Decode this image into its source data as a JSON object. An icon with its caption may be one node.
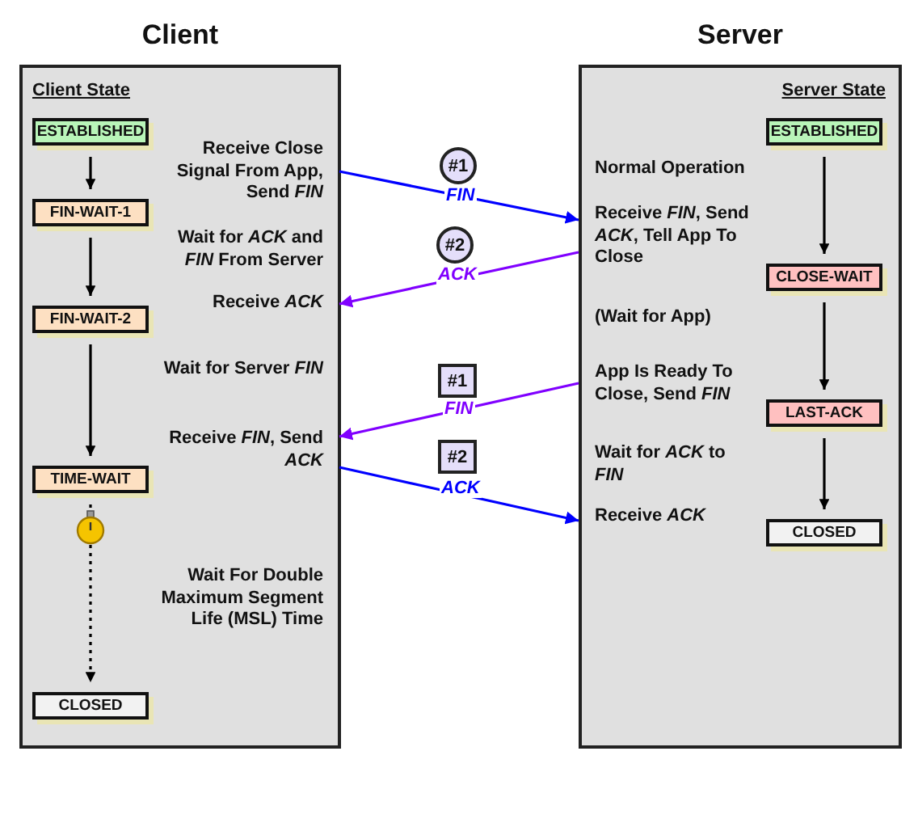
{
  "diagram": {
    "nodes": [
      {
        "text": [
          "Client",
          "Client State"
        ]
      },
      {
        "text": [
          "ESTABLISHED"
        ],
        "in": 0
      },
      {
        "text": [
          "FIN-WAIT-1"
        ],
        "in": 0
      },
      {
        "text": [
          "FIN-WAIT-2"
        ],
        "in": 0
      },
      {
        "text": [
          "TIME-WAIT"
        ],
        "in": 0
      },
      {
        "text": [
          "CLOSED"
        ],
        "in": 0
      },
      {
        "text": [
          "Receive Close Signal From App, Send *FIN*"
        ],
        "in": 0
      },
      {
        "text": [
          "Wait for *ACK* and *FIN* From Server"
        ],
        "in": 0
      },
      {
        "text": [
          "Receive *ACK*"
        ],
        "in": 0
      },
      {
        "text": [
          "Wait for Server *FIN*"
        ],
        "in": 0
      },
      {
        "text": [
          "Receive *FIN*, Send *ACK*"
        ],
        "in": 0
      },
      {
        "text": [
          "Wait For Double Maximum Segment Life (MSL) Time"
        ],
        "in": 0
      },
      {
        "text": [
          "Server",
          "Server State"
        ]
      },
      {
        "text": [
          "ESTABLISHED"
        ],
        "in": 12
      },
      {
        "text": [
          "CLOSE-WAIT"
        ],
        "in": 12
      },
      {
        "text": [
          "LAST-ACK"
        ],
        "in": 12
      },
      {
        "text": [
          "CLOSED"
        ],
        "in": 12
      },
      {
        "text": [
          "Normal Operation"
        ],
        "in": 12
      },
      {
        "text": [
          "Receive *FIN*, Send *ACK*, Tell App To Close"
        ],
        "in": 12
      },
      {
        "text": [
          "(Wait for App)"
        ],
        "in": 12
      },
      {
        "text": [
          "App Is Ready To Close, Send *FIN*"
        ],
        "in": 12
      },
      {
        "text": [
          "Wait for *ACK* to *FIN*"
        ],
        "in": 12
      },
      {
        "text": [
          "Receive *ACK*"
        ],
        "in": 12
      }
    ],
    "edges": [
      {
        "from": 1,
        "to": 2,
        "arrow": "to"
      },
      {
        "from": 2,
        "to": 3,
        "arrow": "to"
      },
      {
        "from": 3,
        "to": 4,
        "arrow": "to"
      },
      {
        "from": 4,
        "to": 5,
        "arrow": "to",
        "style": "dashed"
      },
      {
        "from": 13,
        "to": 14,
        "arrow": "to"
      },
      {
        "from": 14,
        "to": 15,
        "arrow": "to"
      },
      {
        "from": 15,
        "to": 16,
        "arrow": "to"
      },
      {
        "from": 6,
        "to": 18,
        "arrow": "to",
        "label": "FIN",
        "color": "#0000ff"
      },
      {
        "from": 18,
        "to": 8,
        "arrow": "to",
        "label": "ACK",
        "color": "#8000ff"
      },
      {
        "from": 20,
        "to": 10,
        "arrow": "to",
        "label": "FIN",
        "color": "#8000ff"
      },
      {
        "from": 10,
        "to": 22,
        "arrow": "to",
        "label": "ACK",
        "color": "#0000ff"
      }
    ],
    "labels": [
      "#1",
      "#2",
      "#1",
      "#2"
    ]
  }
}
